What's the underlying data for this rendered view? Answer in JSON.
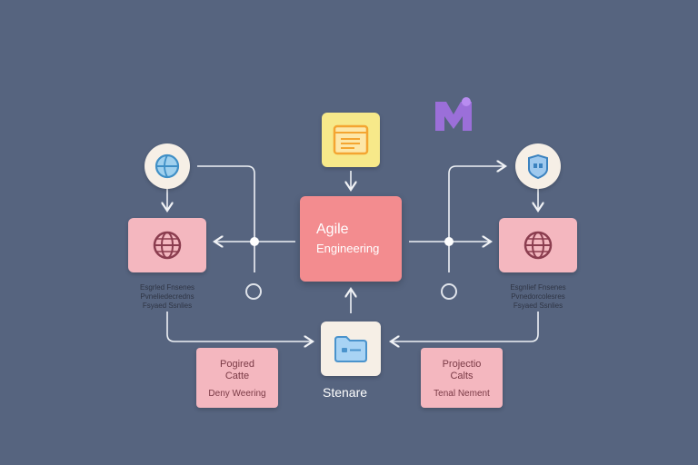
{
  "colors": {
    "background": "#56647f",
    "center_card": "#f38c8f",
    "side_card": "#f4b7bf",
    "circle_fill": "#f6efe6",
    "icon_card_yellow": "#f7e98a",
    "logo": "#9b6fd9"
  },
  "logo": {
    "text": "M",
    "icon": "m-logo-icon"
  },
  "center": {
    "title": "Agile",
    "subtitle": "Engineering"
  },
  "top_doc": {
    "icon": "document-window-icon"
  },
  "left_circle": {
    "icon": "globe-icon"
  },
  "right_circle": {
    "icon": "shield-icon"
  },
  "left_card": {
    "icon": "globe-icon",
    "caption_line1": "Esgrled Fnsenes",
    "caption_line2": "Pvneliedecredns",
    "caption_line3": "Fsyaed Ssnlies"
  },
  "right_card": {
    "icon": "globe-icon",
    "caption_line1": "Esgnlief Fnsenes",
    "caption_line2": "Pvnedorcolesres",
    "caption_line3": "Fsyaed Ssnlies"
  },
  "bottom_center": {
    "label": "Stenare",
    "icon": "folder-card-icon"
  },
  "bottom_left": {
    "title_line1": "Pogired",
    "title_line2": "Catte",
    "subtitle": "Deny Weering"
  },
  "bottom_right": {
    "title_line1": "Projectio",
    "title_line2": "Calts",
    "subtitle": "Tenal Nement"
  }
}
